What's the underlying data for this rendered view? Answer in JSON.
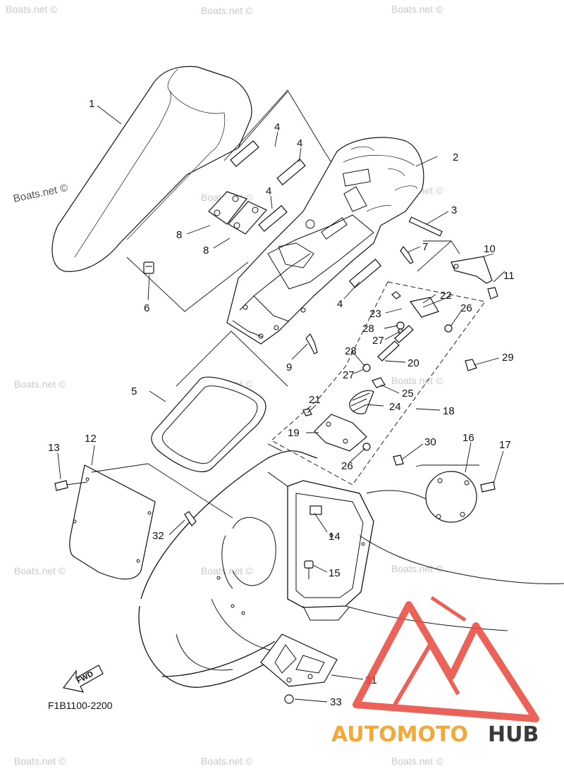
{
  "diagram": {
    "code": "F1B1100-2200",
    "fwd_label": "FWD",
    "watermark_text": "Boats.net ©",
    "brand": {
      "part1": "AUTOMOTO",
      "part2": "HUB",
      "color_accent": "#f2a93b",
      "color_dark": "#3a3a3a",
      "color_logo": "#e8483c"
    },
    "callouts": [
      {
        "id": "c1",
        "text": "1"
      },
      {
        "id": "c2",
        "text": "2"
      },
      {
        "id": "c3",
        "text": "3"
      },
      {
        "id": "c4a",
        "text": "4"
      },
      {
        "id": "c4b",
        "text": "4"
      },
      {
        "id": "c4c",
        "text": "4"
      },
      {
        "id": "c4d",
        "text": "4"
      },
      {
        "id": "c5",
        "text": "5"
      },
      {
        "id": "c6",
        "text": "6"
      },
      {
        "id": "c7",
        "text": "7"
      },
      {
        "id": "c8a",
        "text": "8"
      },
      {
        "id": "c8b",
        "text": "8"
      },
      {
        "id": "c9",
        "text": "9"
      },
      {
        "id": "c10",
        "text": "10"
      },
      {
        "id": "c11",
        "text": "11"
      },
      {
        "id": "c12",
        "text": "12"
      },
      {
        "id": "c13",
        "text": "13"
      },
      {
        "id": "c14",
        "text": "14"
      },
      {
        "id": "c15",
        "text": "15"
      },
      {
        "id": "c16",
        "text": "16"
      },
      {
        "id": "c17",
        "text": "17"
      },
      {
        "id": "c18",
        "text": "18"
      },
      {
        "id": "c19",
        "text": "19"
      },
      {
        "id": "c20",
        "text": "20"
      },
      {
        "id": "c21",
        "text": "21"
      },
      {
        "id": "c22",
        "text": "22"
      },
      {
        "id": "c23",
        "text": "23"
      },
      {
        "id": "c24",
        "text": "24"
      },
      {
        "id": "c25",
        "text": "25"
      },
      {
        "id": "c26a",
        "text": "26"
      },
      {
        "id": "c26b",
        "text": "26"
      },
      {
        "id": "c27a",
        "text": "27"
      },
      {
        "id": "c27b",
        "text": "27"
      },
      {
        "id": "c28a",
        "text": "28"
      },
      {
        "id": "c28b",
        "text": "28"
      },
      {
        "id": "c29",
        "text": "29"
      },
      {
        "id": "c30",
        "text": "30"
      },
      {
        "id": "c31",
        "text": "31"
      },
      {
        "id": "c32",
        "text": "32"
      },
      {
        "id": "c33",
        "text": "33"
      }
    ]
  }
}
